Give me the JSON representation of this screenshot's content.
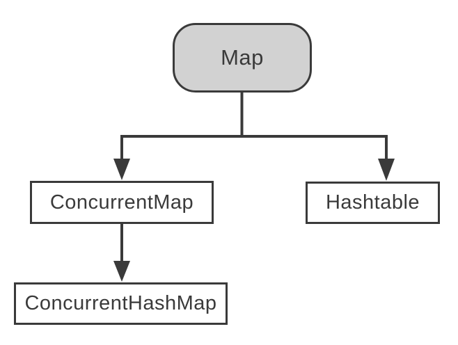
{
  "diagram": {
    "type": "hierarchy",
    "nodes": {
      "root": {
        "label": "Map",
        "shape": "rounded-rectangle",
        "fill": "#d2d2d2"
      },
      "left": {
        "label": "ConcurrentMap",
        "shape": "rectangle",
        "fill": "#ffffff"
      },
      "right": {
        "label": "Hashtable",
        "shape": "rectangle",
        "fill": "#ffffff"
      },
      "bottom": {
        "label": "ConcurrentHashMap",
        "shape": "rectangle",
        "fill": "#ffffff"
      }
    },
    "edges": [
      {
        "from": "Map",
        "to": "ConcurrentMap",
        "arrow": "true"
      },
      {
        "from": "Map",
        "to": "Hashtable",
        "arrow": "true"
      },
      {
        "from": "ConcurrentMap",
        "to": "ConcurrentHashMap",
        "arrow": "true"
      }
    ],
    "colors": {
      "border": "#3a3a3a",
      "line": "#3a3a3a",
      "text": "#3a3a3a",
      "root_fill": "#d2d2d2",
      "background": "#ffffff"
    }
  }
}
